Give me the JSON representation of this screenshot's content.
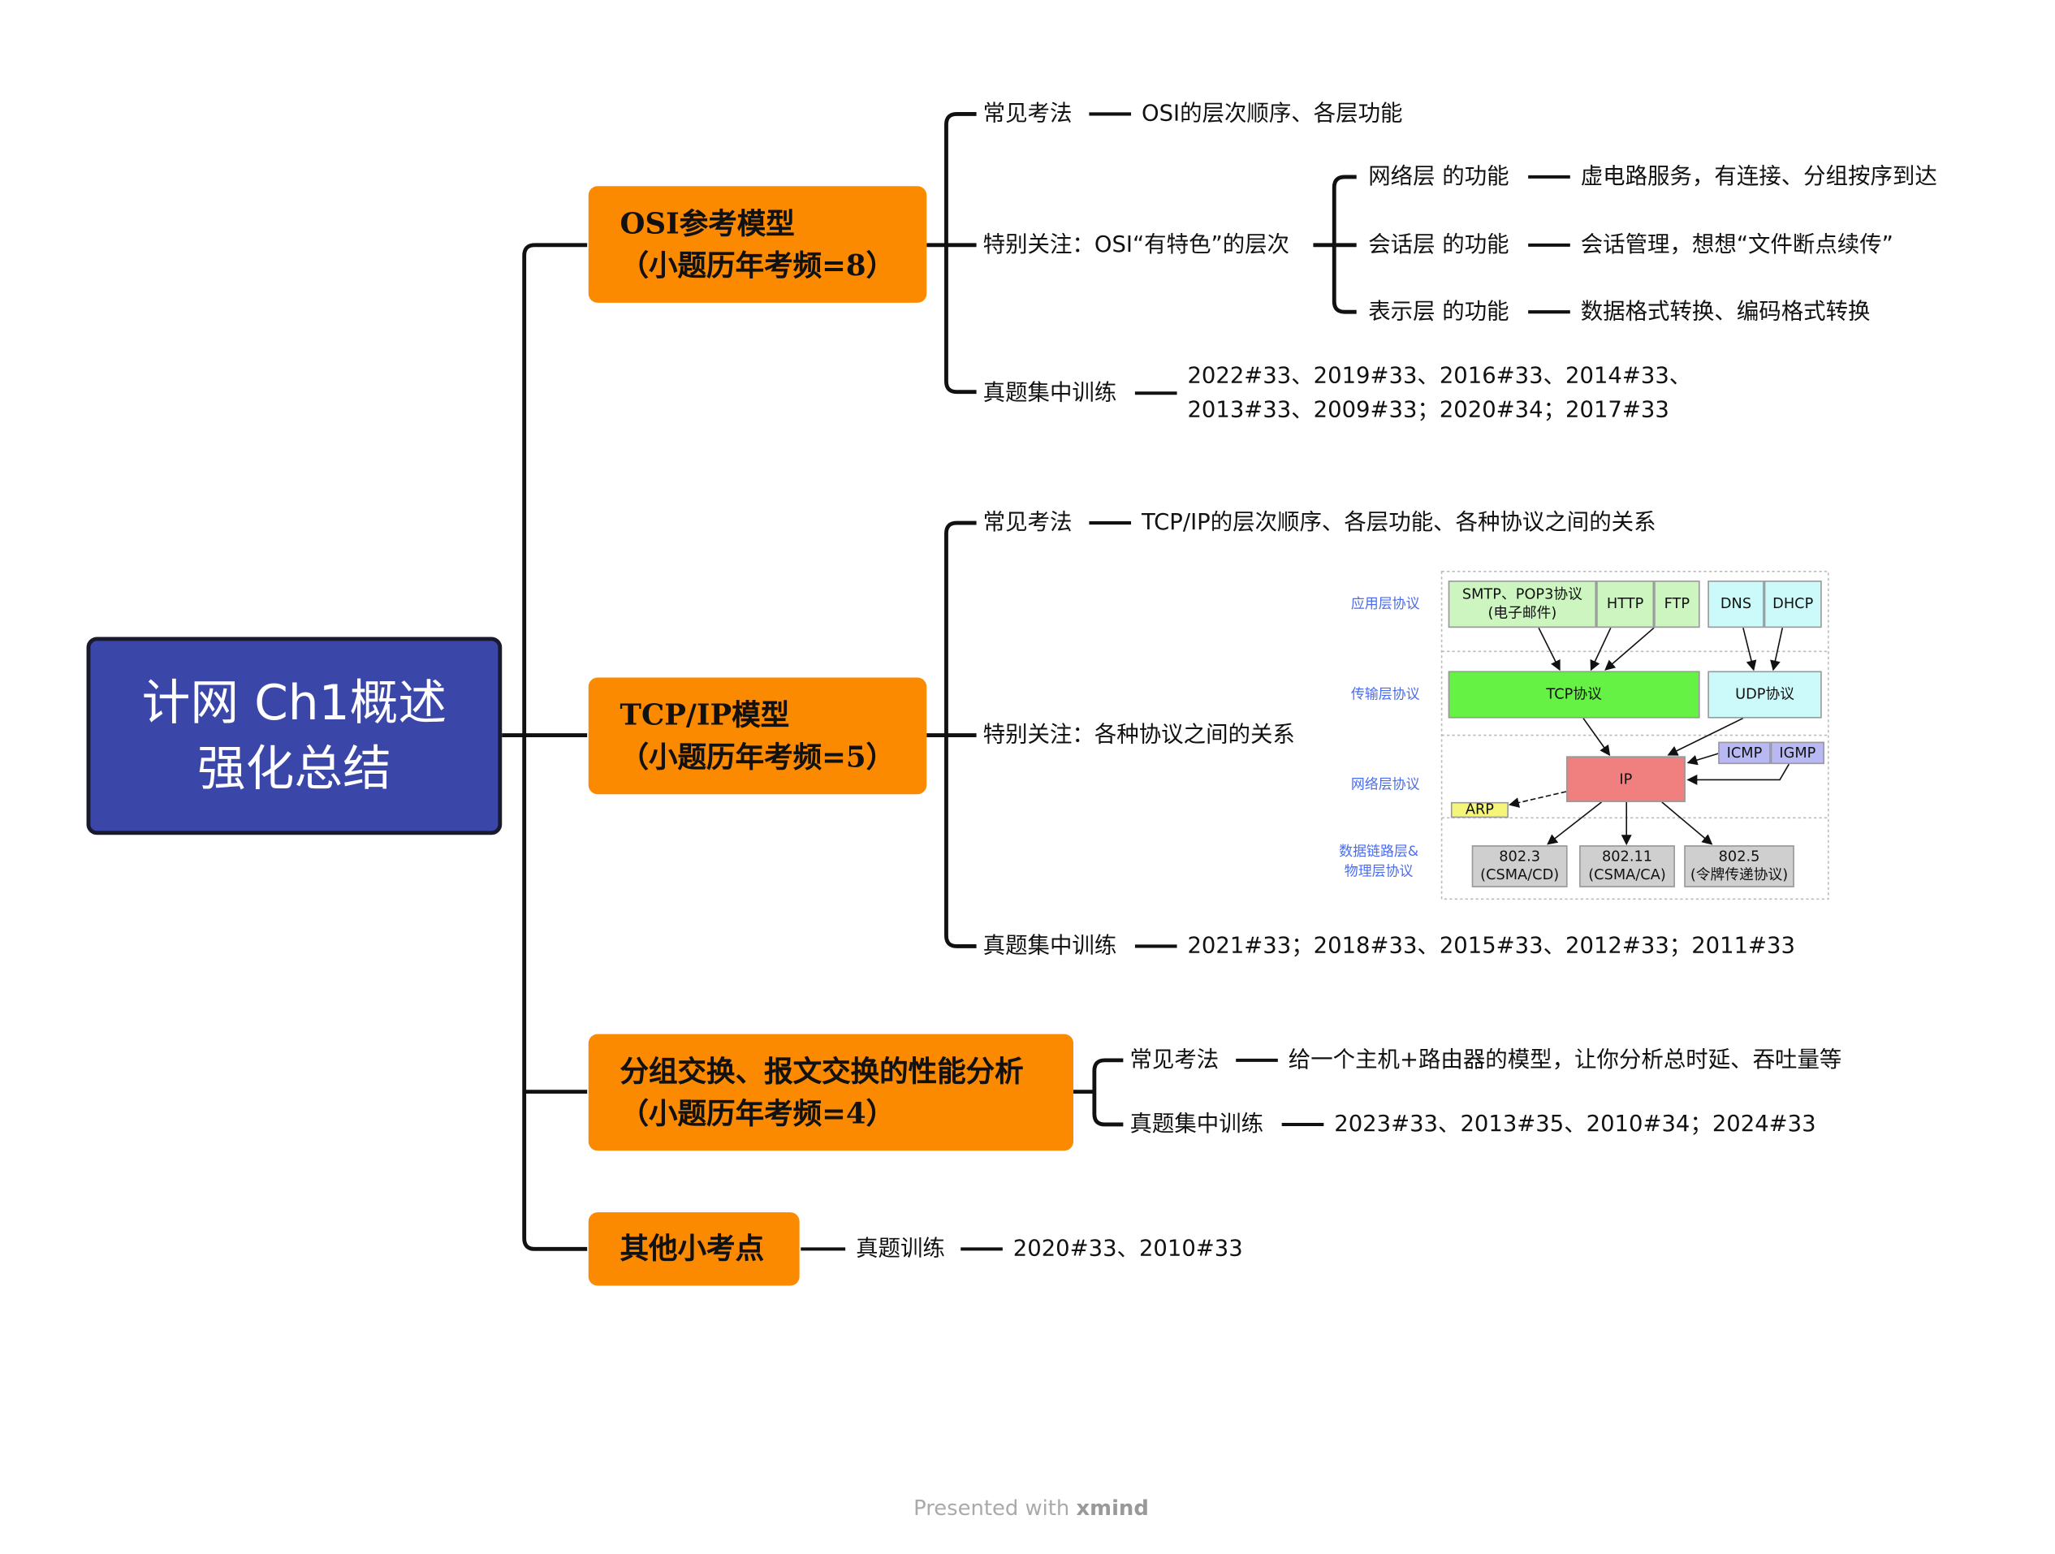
{
  "root": {
    "line1": "计网 Ch1概述",
    "line2": "强化总结"
  },
  "topics": [
    {
      "line1": "OSI参考模型",
      "line2": "（小题历年考频=8）",
      "children": [
        {
          "label": "常见考法",
          "value": "OSI的层次顺序、各层功能"
        },
        {
          "label": "特别关注：OSI“有特色”的层次",
          "children": [
            {
              "label": "网络层 的功能",
              "value": "虚电路服务，有连接、分组按序到达"
            },
            {
              "label": "会话层 的功能",
              "value": "会话管理，想想“文件断点续传”"
            },
            {
              "label": "表示层 的功能",
              "value": "数据格式转换、编码格式转换"
            }
          ]
        },
        {
          "label": "真题集中训练",
          "value_line1": "2022#33、2019#33、2016#33、2014#33、",
          "value_line2": "2013#33、2009#33；2020#34；2017#33"
        }
      ]
    },
    {
      "line1": "TCP/IP模型",
      "line2": "（小题历年考频=5）",
      "children": [
        {
          "label": "常见考法",
          "value": "TCP/IP的层次顺序、各层功能、各种协议之间的关系"
        },
        {
          "label": "特别关注：各种协议之间的关系"
        },
        {
          "label": "真题集中训练",
          "value": "2021#33；2018#33、2015#33、2012#33；2011#33"
        }
      ]
    },
    {
      "line1": "分组交换、报文交换的性能分析",
      "line2": "（小题历年考频=4）",
      "children": [
        {
          "label": "常见考法",
          "value": "给一个主机+路由器的模型，让你分析总时延、吞吐量等"
        },
        {
          "label": "真题集中训练",
          "value": "2023#33、2013#35、2010#34；2024#33"
        }
      ]
    },
    {
      "line1": "其他小考点",
      "children": [
        {
          "label": "真题训练",
          "value": "2020#33、2010#33"
        }
      ]
    }
  ],
  "protocol_diagram": {
    "layer_labels": {
      "app": "应用层协议",
      "transport": "传输层协议",
      "network": "网络层协议",
      "link1": "数据链路层&",
      "link2": "物理层协议"
    },
    "smtp1": "SMTP、POP3协议",
    "smtp2": "(电子邮件)",
    "http": "HTTP",
    "ftp": "FTP",
    "dns": "DNS",
    "dhcp": "DHCP",
    "tcp": "TCP协议",
    "udp": "UDP协议",
    "ip": "IP",
    "icmp": "ICMP",
    "igmp": "IGMP",
    "arp": "ARP",
    "e8023a": "802.3",
    "e8023b": "(CSMA/CD)",
    "e80211a": "802.11",
    "e80211b": "(CSMA/CA)",
    "e8025a": "802.5",
    "e8025b": "(令牌传递协议)"
  },
  "footer": {
    "prefix": "Presented with ",
    "brand": "xmind"
  },
  "colors": {
    "root": "#3a47a8",
    "topic": "#fb8a00",
    "tcp": "#66f244",
    "app": "#ccf5c0",
    "cyan": "#ccfafa",
    "ip": "#f08080",
    "icmp": "#b8b8f5",
    "arp": "#f5f57a",
    "link": "#cfcfcf",
    "label": "#4a6cf0"
  }
}
